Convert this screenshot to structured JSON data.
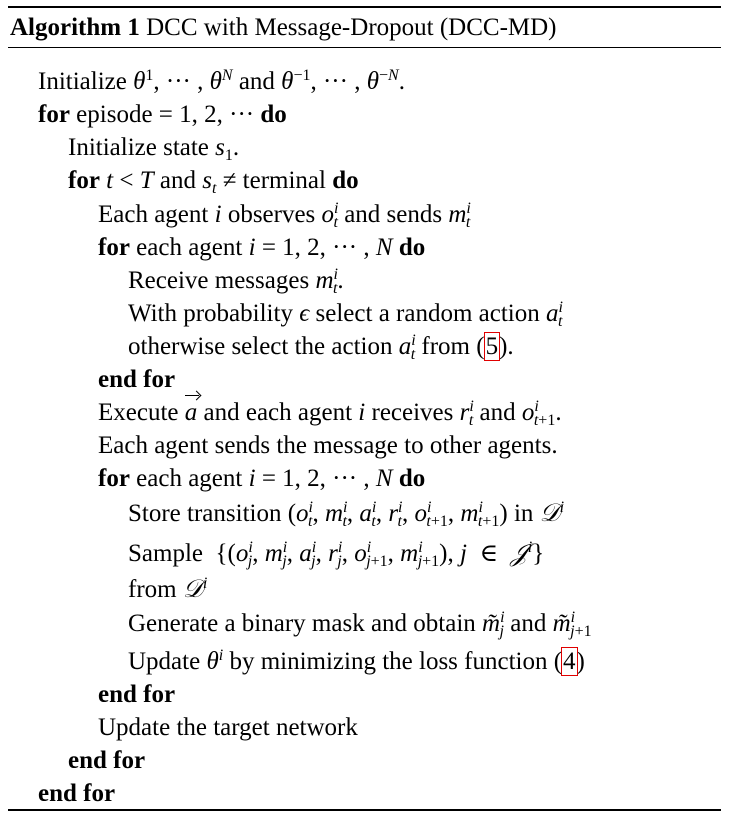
{
  "caption": {
    "label": "Algorithm 1",
    "title": "DCC with Message-Dropout (DCC-MD)"
  },
  "keywords": {
    "for": "for",
    "do": "do",
    "end_for": "end for"
  },
  "lines": {
    "l01": "Initialize θ¹, ··· , θᴺ and θ⁻¹, ··· , θ⁻ᴺ.",
    "l02": "episode = 1, 2, ···",
    "l03": "Initialize state s₁.",
    "l04": "t < T and sₜ ≠ terminal",
    "l05": "Each agent i observes oₜⁱ and sends mₜⁱ",
    "l06": "each agent i = 1, 2, ··· , N",
    "l07": "Receive messages mₜⁱ.",
    "l08": "With probability ϵ select a random action aₜⁱ",
    "l09a": "otherwise select the action aₜⁱ from (",
    "l09_ref": "5",
    "l09b": ").",
    "l11": "Execute a⃗ and each agent i receives rₜⁱ and oₜ₊₁ⁱ.",
    "l12": "Each agent sends the message to other agents.",
    "l13": "each agent i = 1, 2, ··· , N",
    "l14": "Store transition (oₜⁱ, mₜⁱ, aₜⁱ, rₜⁱ, oₜ₊₁ⁱ, mₜ₊₁ⁱ) in 𝒟ⁱ",
    "l15": "Sample {(oⱼⁱ, mⱼⁱ, aⱼⁱ, rⱼⁱ, oⱼ₊₁ⁱ, mⱼ₊₁ⁱ), j ∈ 𝒥ⁱ}",
    "l16": "from 𝒟ⁱ",
    "l17": "Generate a binary mask and obtain m̃ⱼⁱ and m̃ⱼ₊₁ⁱ",
    "l18a": "Update θⁱ by minimizing the loss function (",
    "l18_ref": "4",
    "l18b": ")",
    "l20": "Update the target network"
  }
}
